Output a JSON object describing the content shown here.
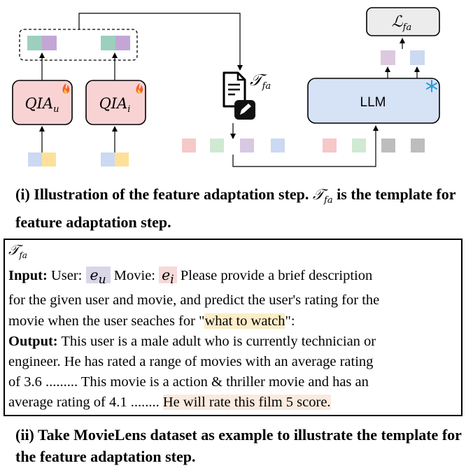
{
  "diagram": {
    "qia_user": {
      "base": "QIA",
      "sub": "u"
    },
    "qia_item": {
      "base": "QIA",
      "sub": "i"
    },
    "llm_label": "LLM",
    "loss": {
      "base": "ℒ",
      "sub": "fa"
    },
    "template_symbol": {
      "base": "𝒯",
      "sub": "fa"
    },
    "colors": {
      "qia_fill": "#f9d3d3",
      "llm_fill": "#d6e2f5",
      "loss_fill": "#ececec",
      "token_green": "#9ccfbe",
      "token_purple": "#c3a6d6",
      "token_blue": "#cbd9f2",
      "token_yellow": "#fde19a",
      "token_pink": "#f7c8c8",
      "token_lightgreen": "#cfe9d3",
      "token_gray": "#bdbdbd"
    }
  },
  "caption1": {
    "part1": "(i) Illustration of the feature adaptation step. ",
    "symbol": {
      "base": "𝒯",
      "sub": "fa"
    },
    "part2": " is the template for feature adaptation step."
  },
  "template": {
    "symbol": {
      "base": "𝒯",
      "sub": "fa"
    },
    "input_label": "Input:",
    "user_text": " User: ",
    "eu": {
      "base": "e",
      "sub": "u"
    },
    "movie_text": " Movie: ",
    "ei": {
      "base": "e",
      "sub": "i"
    },
    "line1_rest": " Please provide a brief description",
    "line2": "for the given user and movie, and predict the user's rating for the",
    "line3_pre": "movie when the user seaches for \"",
    "line3_hl": "what to watch",
    "line3_post": "\":",
    "output_label": "Output:",
    "line4_rest": "  This user is a male adult who is currently technician or",
    "line5": "engineer. He has rated a range of movies with an average rating",
    "line6": "of 3.6 ......... This movie is a action & thriller movie and has an",
    "line7_pre": "average rating of 4.1 ........ ",
    "line7_hl": "He will rate this film 5 score."
  },
  "caption2": {
    "text": "(ii) Take MovieLens dataset as example to illustrate the template for the feature adaptation step."
  }
}
